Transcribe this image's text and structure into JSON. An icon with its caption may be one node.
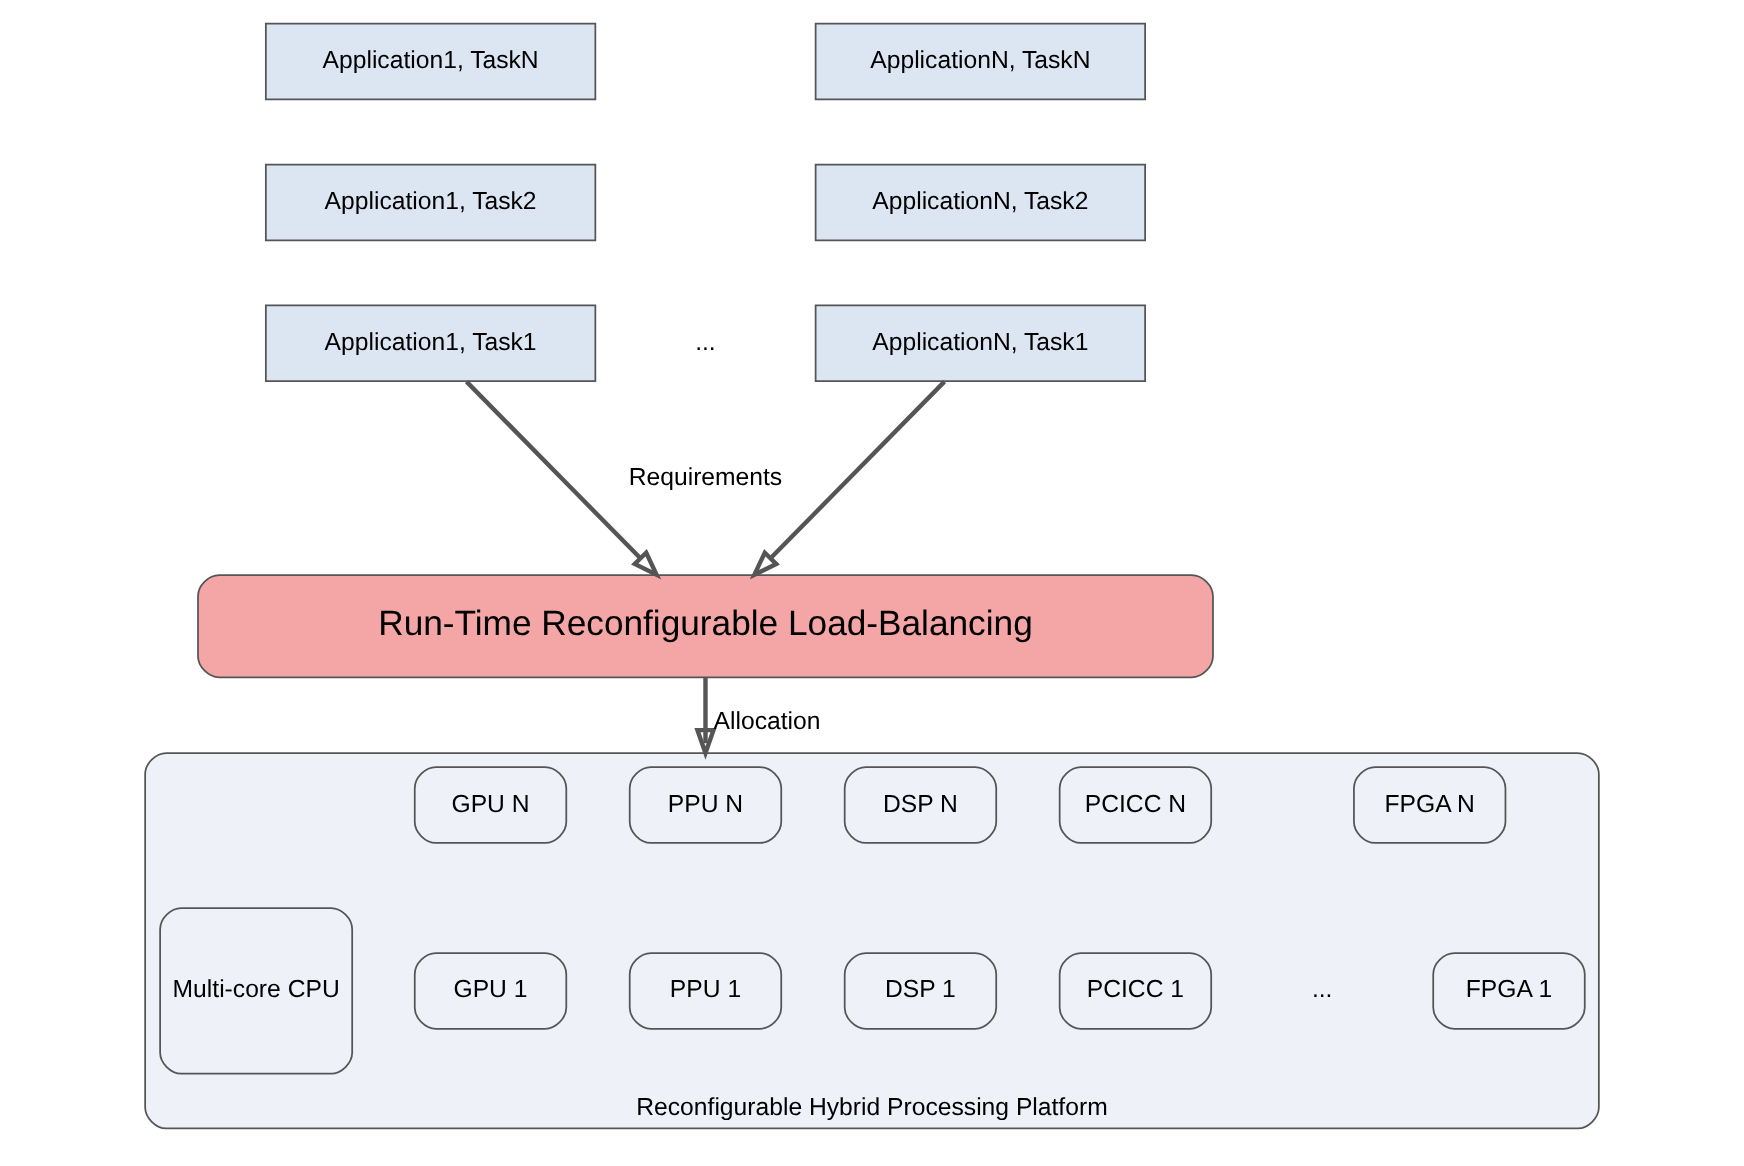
{
  "diagram": {
    "nodes": [
      {
        "text": [
          "Application1, TaskN"
        ]
      },
      {
        "text": [
          "Application1, Task2"
        ]
      },
      {
        "text": [
          "Application1, Task1"
        ]
      },
      {
        "text": [
          "ApplicationN, TaskN"
        ]
      },
      {
        "text": [
          "ApplicationN, Task2"
        ]
      },
      {
        "text": [
          "ApplicationN, Task1"
        ]
      },
      {
        "text": [
          "Run-Time Reconfigurable Load-Balancing"
        ]
      },
      {
        "text": [
          "Reconfigurable Hybrid Processing Platform"
        ]
      },
      {
        "text": [
          "Multi-core CPU"
        ],
        "in": 7
      },
      {
        "text": [
          "GPU N"
        ],
        "in": 7
      },
      {
        "text": [
          "GPU 1"
        ],
        "in": 7
      },
      {
        "text": [
          "PPU N"
        ],
        "in": 7
      },
      {
        "text": [
          "PPU 1"
        ],
        "in": 7
      },
      {
        "text": [
          "DSP N"
        ],
        "in": 7
      },
      {
        "text": [
          "DSP 1"
        ],
        "in": 7
      },
      {
        "text": [
          "PCICC N"
        ],
        "in": 7
      },
      {
        "text": [
          "PCICC 1"
        ],
        "in": 7
      },
      {
        "text": [
          "FPGA N"
        ],
        "in": 7
      },
      {
        "text": [
          "FPGA 1"
        ],
        "in": 7
      }
    ],
    "edges": [
      {
        "from": 2,
        "to": 6,
        "arrow": "to"
      },
      {
        "from": 5,
        "to": 6,
        "arrow": "to"
      },
      {
        "from": 6,
        "to": 7,
        "arrow": "to",
        "label": "Allocation"
      }
    ],
    "labels": [
      "...",
      "Requirements",
      "..."
    ]
  }
}
